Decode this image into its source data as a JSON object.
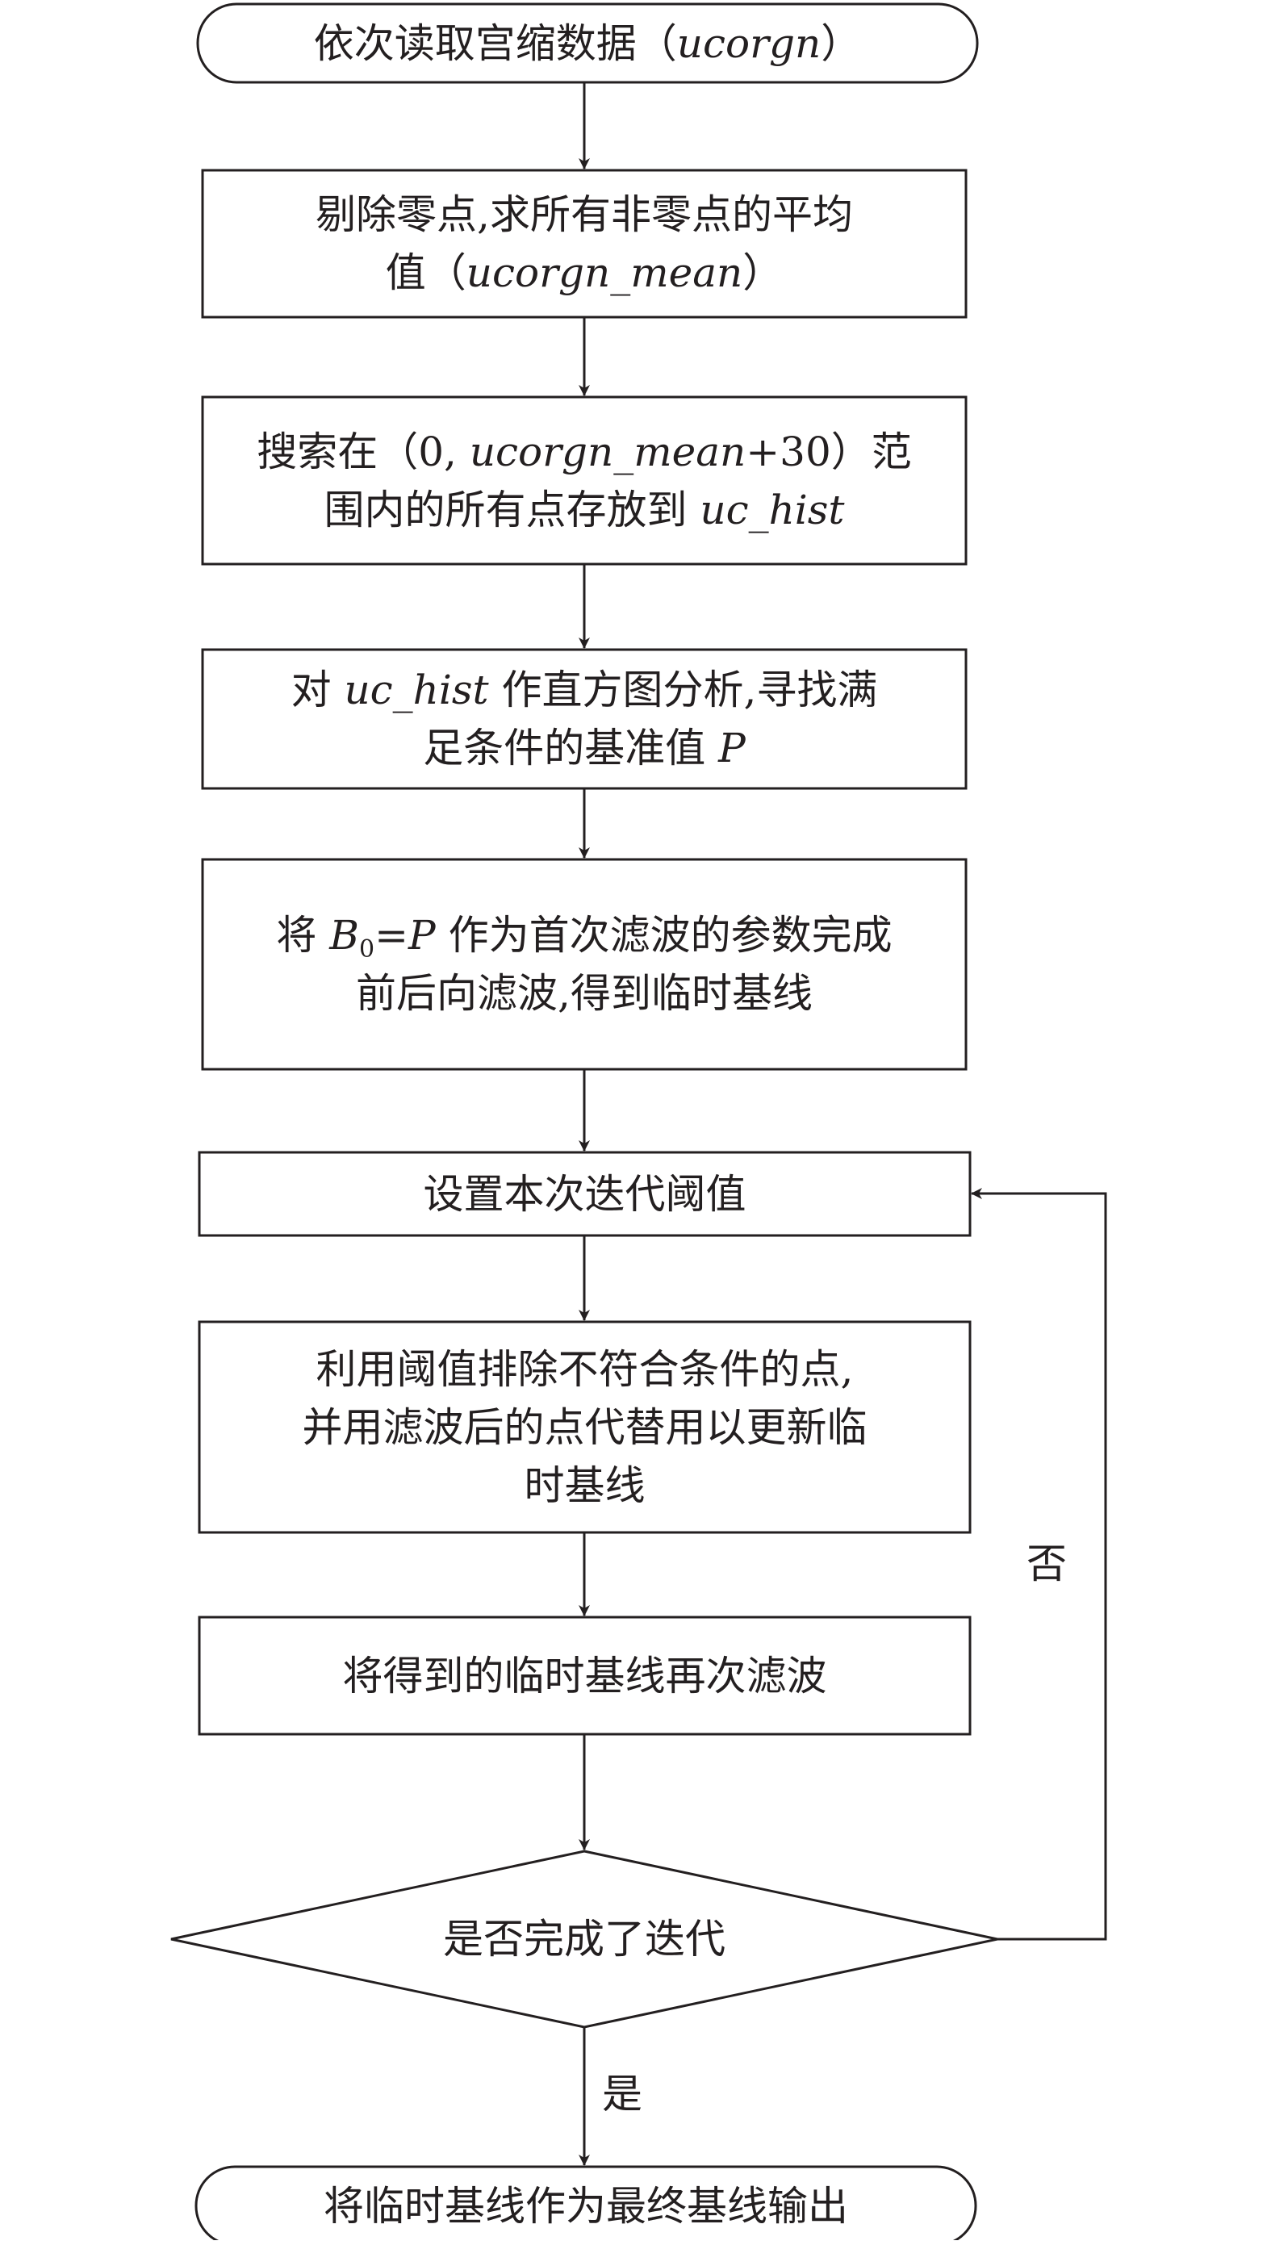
{
  "nodes": {
    "read": {
      "type": "terminal",
      "prefix": "依次读取宫缩数据（",
      "var": "ucorgn",
      "suffix": "）"
    },
    "mean": {
      "type": "process",
      "line1": "剔除零点,求所有非零点的平均",
      "line2_prefix": "值（",
      "line2_var": "ucorgn_mean",
      "line2_suffix": "）"
    },
    "search": {
      "type": "process",
      "line1_prefix": "搜索在（0,",
      "line1_var": "ucorgn_mean",
      "line1_suffix": "+30）范",
      "line2_prefix": "围内的所有点存放到",
      "line2_var": "uc_hist"
    },
    "hist": {
      "type": "process",
      "line1_prefix": "对",
      "line1_var": "uc_hist",
      "line1_suffix": "作直方图分析,寻找满",
      "line2_prefix": "足条件的基准值",
      "line2_var": "P"
    },
    "filter": {
      "type": "process",
      "line1_prefix": "将",
      "line1_var_b": "B",
      "line1_sub": "0",
      "line1_mid": "=",
      "line1_var_p": "P",
      "line1_suffix": "作为首次滤波的参数完成",
      "line2": "前后向滤波,得到临时基线"
    },
    "threshold": {
      "type": "process",
      "text": "设置本次迭代阈值"
    },
    "exclude": {
      "type": "process",
      "line1": "利用阈值排除不符合条件的点,",
      "line2": "并用滤波后的点代替用以更新临",
      "line3": "时基线"
    },
    "refilter": {
      "type": "process",
      "text": "将得到的临时基线再次滤波"
    },
    "decision": {
      "type": "decision",
      "text": "是否完成了迭代"
    },
    "output": {
      "type": "terminal",
      "text": "将临时基线作为最终基线输出"
    }
  },
  "edges": {
    "no_label": "否",
    "yes_label": "是"
  },
  "colors": {
    "stroke": "#231f20",
    "fill": "#ffffff"
  }
}
